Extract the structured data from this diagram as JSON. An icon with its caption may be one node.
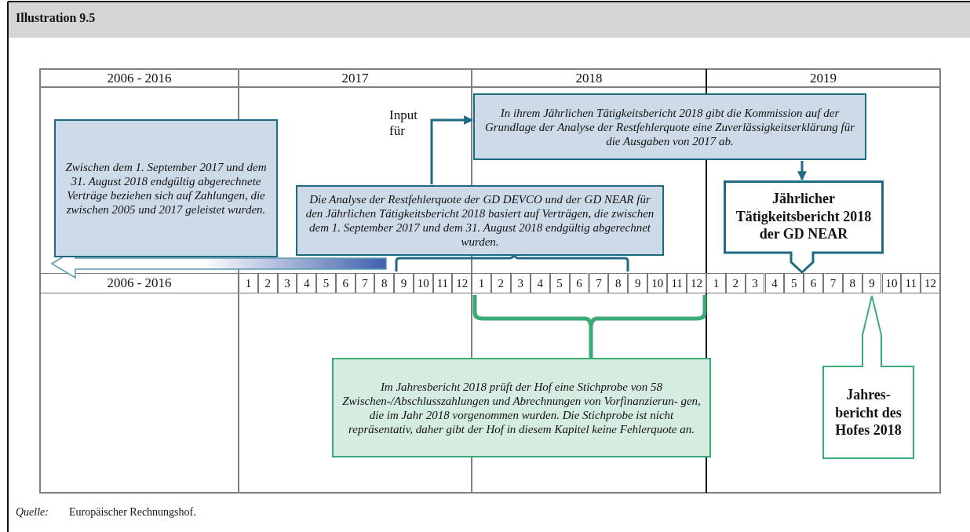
{
  "diagram": {
    "title": "Illustration 9.5",
    "nodes": [
      {
        "text": [
          "Zwischen dem 1. September 2017 und dem 31. August 2018 endgültig abgerechnete Verträge beziehen sich auf Zahlungen, die zwischen 2005 und 2017 geleistet wurden."
        ]
      },
      {
        "text": [
          "Die Analyse der Restfehlerquote der GD DEVCO und der GD NEAR für den Jährlichen Tätigkeitsbericht 2018 basiert auf Verträgen, die zwischen dem 1. September 2017 und dem 31. August 2018 endgültig abgerechnet wurden."
        ]
      },
      {
        "text": [
          "In ihrem Jährlichen Tätigkeitsbericht 2018 gibt die Kommission auf der Grundlage der Analyse der Restfehlerquote eine Zuverlässigkeitserklärung für die Ausgaben von 2017 ab."
        ]
      },
      {
        "text": [
          "Jährlicher Tätigkeitsbericht 2018 der GD NEAR"
        ]
      },
      {
        "text": [
          "Im Jahresbericht 2018 prüft der Hof eine Stichprobe von 58 Zwischen-/Abschlusszahlungen und Abrechnungen von Vorfinanzierun- gen, die im Jahr 2018 vorgenommen wurden. Die Stichprobe ist nicht repräsentativ, daher gibt der Hof in diesem Kapitel keine Fehlerquote an."
        ]
      },
      {
        "text": [
          "Jahres- bericht des Hofes 2018"
        ]
      }
    ],
    "edges": [
      {
        "from": 1,
        "to": 2,
        "arrow": "to",
        "label": "Input für"
      },
      {
        "from": 2,
        "to": 3,
        "arrow": "to"
      }
    ],
    "labels": [
      "2006 - 2016",
      "2017",
      "2018",
      "2019",
      "2006 - 2016",
      "1",
      "2",
      "3",
      "4",
      "5",
      "6",
      "7",
      "8",
      "9",
      "10",
      "11",
      "12",
      "1",
      "2",
      "3",
      "4",
      "5",
      "6",
      "7",
      "8",
      "9",
      "10",
      "11",
      "12",
      "1",
      "2",
      "3",
      "4",
      "5",
      "6",
      "7",
      "8",
      "9",
      "10",
      "11",
      "12",
      "Quelle:",
      "Europäischer Rechnungshof."
    ]
  }
}
